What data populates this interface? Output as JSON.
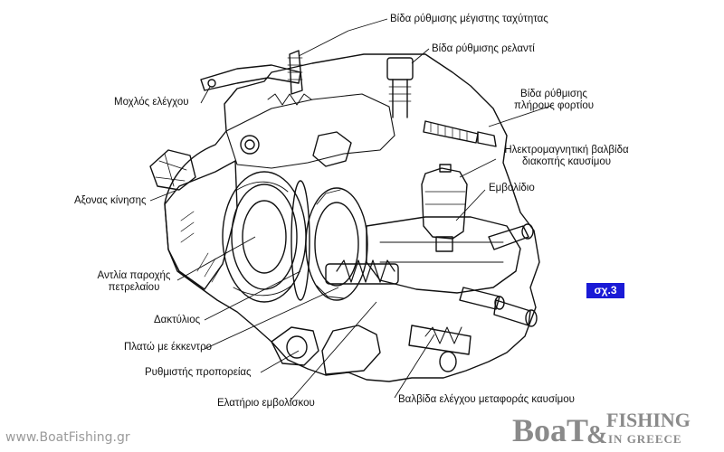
{
  "labels": {
    "max_speed_screw": "Βίδα ρύθμισης μέγιστης ταχύτητας",
    "idle_screw": "Βίδα ρύθμισης ρελαντί",
    "control_lever": "Μοχλός ελέγχου",
    "full_load_screw_l1": "Βίδα ρύθμισης",
    "full_load_screw_l2": "πλήρους φορτίου",
    "solenoid_l1": "Ηλεκτρομαγνητική βαλβίδα",
    "solenoid_l2": "διακοπής καυσίμου",
    "drive_shaft": "Αξονας κίνησης",
    "plunger": "Εμβολίδιο",
    "feed_pump_l1": "Αντλία παροχής",
    "feed_pump_l2": "πετρελαίου",
    "ring": "Δακτύλιος",
    "cam_plate": "Πλατώ με έκκεντρο",
    "advance_regulator": "Ρυθμιστής προπορείας",
    "plunger_spring": "Ελατήριο εμβολίσκου",
    "transfer_valve": "Βαλβίδα ελέγχου μεταφοράς καυσίμου"
  },
  "figure_label": "σχ.3",
  "website": "www.BoatFishing.gr",
  "logo": {
    "text_main": "BoaT",
    "text_amp": "&",
    "text_fishing": "FISHING",
    "text_sub": "IN GREECE"
  },
  "colors": {
    "badge_bg": "#1a1ad6",
    "badge_text": "#ffffff",
    "line": "#111111",
    "logo_gray": "#8a8a8a"
  }
}
